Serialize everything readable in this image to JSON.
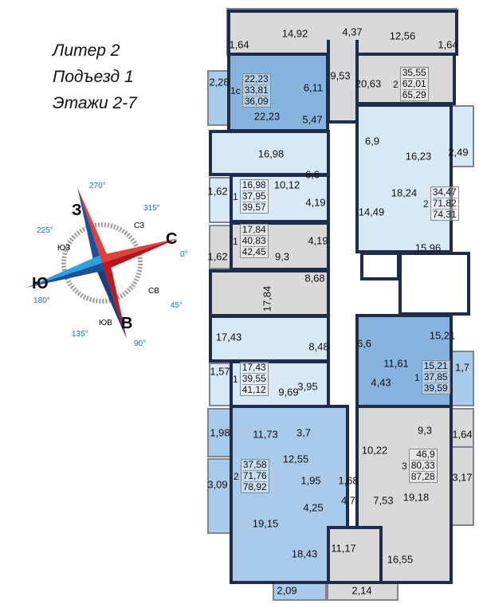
{
  "header": {
    "liter": "Литер 2",
    "entrance": "Подъезд 1",
    "floors": "Этажи 2-7"
  },
  "compass": {
    "north": "С",
    "east": "В",
    "south": "Ю",
    "west": "З",
    "deg_n": "0°",
    "deg_ne": "45°",
    "deg_e": "90°",
    "deg_se": "135°",
    "deg_s": "180°",
    "deg_sw": "225°",
    "deg_w": "270°",
    "deg_nw": "315°",
    "nw": "СЗ",
    "ne": "СВ",
    "se": "ЮВ",
    "sw": "ЮЗ"
  },
  "rooms": [
    "14,92",
    "4,37",
    "12,56",
    "1,64",
    "1,64",
    "9,53",
    "20,63",
    "2,28",
    "6,11",
    "22,23",
    "5,47",
    "6,9",
    "16,23",
    "2,49",
    "16,98",
    "6,6",
    "1,62",
    "10,12",
    "4,19",
    "18,24",
    "14,49",
    "15,96",
    "4,19",
    "1,62",
    "9,3",
    "8,68",
    "17,84",
    "17,43",
    "8,48",
    "15,21",
    "6,6",
    "11,61",
    "1,7",
    "4,43",
    "1,57",
    "9,69",
    "3,95",
    "1,98",
    "11,73",
    "3,7",
    "9,3",
    "1,64",
    "10,22",
    "12,55",
    "3,09",
    "1,95",
    "1,68",
    "3,17",
    "19,18",
    "4,7",
    "4,25",
    "7,53",
    "19,15",
    "18,43",
    "11,17",
    "16,55",
    "2,09",
    "2,14"
  ],
  "units": [
    {
      "rooms": "2",
      "living": "35,55",
      "total": "62,01",
      "total_bal": "65,29"
    },
    {
      "rooms": "1с",
      "living": "22,23",
      "total": "33,81",
      "total_bal": "36,09"
    },
    {
      "rooms": "1",
      "living": "16,98",
      "total": "37,95",
      "total_bal": "39,57"
    },
    {
      "rooms": "2",
      "living": "34,47",
      "total": "71,82",
      "total_bal": "74,31"
    },
    {
      "rooms": "1",
      "living": "17,84",
      "total": "40,83",
      "total_bal": "42,45"
    },
    {
      "rooms": "1",
      "living": "15,21",
      "total": "37,85",
      "total_bal": "39,59"
    },
    {
      "rooms": "1",
      "living": "17,43",
      "total": "39,55",
      "total_bal": "41,12"
    },
    {
      "rooms": "2",
      "living": "37,58",
      "total": "71,76",
      "total_bal": "78,92"
    },
    {
      "rooms": "3",
      "living": "46,9",
      "total": "80,33",
      "total_bal": "87,28"
    }
  ],
  "colors": {
    "wall": "#1f2d4b",
    "gray": "#d9d9d9",
    "light_blue": "#d7e8f7",
    "mid_blue": "#a9cbe9",
    "dark_blue": "#86b4de"
  }
}
